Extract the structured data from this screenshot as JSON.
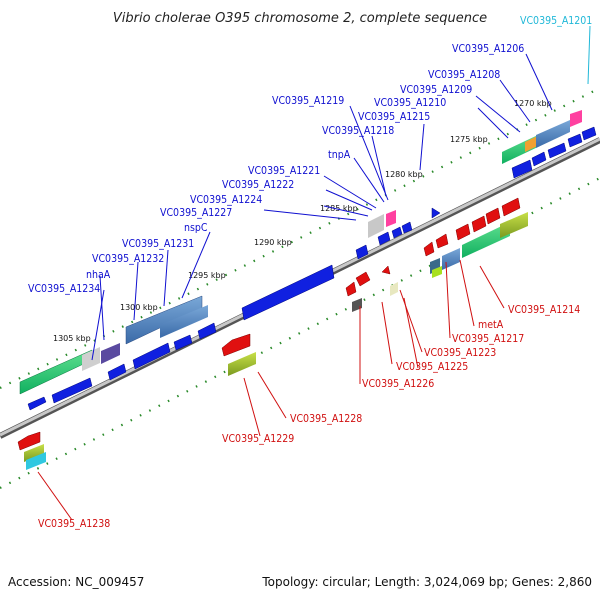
{
  "title": "Vibrio cholerae O395 chromosome 2, complete sequence",
  "footer": {
    "accession": "Accession: NC_009457",
    "topology": "Topology: circular; Length: 3,024,069 bp; Genes: 2,860"
  },
  "colors": {
    "forward_label": "#1010d0",
    "reverse_label": "#d01010",
    "cyan_label": "#20b8d8",
    "forward_gene": "#1020e0",
    "reverse_gene": "#e01010",
    "tick": "#2a8a2a",
    "backbone": "#999999"
  },
  "kbp_marks": [
    "1270 kbp",
    "1275 kbp",
    "1280 kbp",
    "1285 kbp",
    "1290 kbp",
    "1295 kbp",
    "1300 kbp",
    "1305 kbp"
  ],
  "forward_labels": [
    "VC0395_A1206",
    "VC0395_A1208",
    "VC0395_A1209",
    "VC0395_A1210",
    "VC0395_A1215",
    "VC0395_A1219",
    "VC0395_A1218",
    "tnpA",
    "VC0395_A1221",
    "VC0395_A1222",
    "VC0395_A1224",
    "VC0395_A1227",
    "nspC",
    "VC0395_A1231",
    "VC0395_A1232",
    "nhaA",
    "VC0395_A1234"
  ],
  "reverse_labels": [
    "VC0395_A1214",
    "metA",
    "VC0395_A1217",
    "VC0395_A1223",
    "VC0395_A1225",
    "VC0395_A1226",
    "VC0395_A1228",
    "VC0395_A1229",
    "VC0395_A1238"
  ],
  "other_labels": [
    "VC0395_A1201"
  ]
}
